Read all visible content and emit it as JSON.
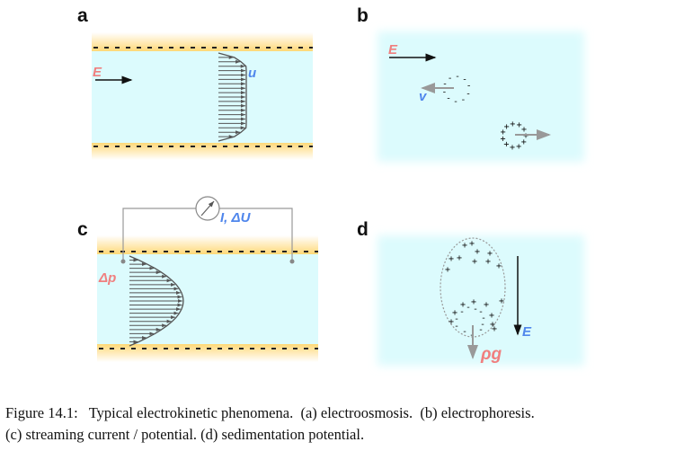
{
  "figure": {
    "panels": {
      "a": {
        "label": "a",
        "field_symbol": "E",
        "velocity_symbol": "u",
        "title": "electroosmosis"
      },
      "b": {
        "label": "b",
        "field_symbol": "E",
        "velocity_symbol": "v",
        "title": "electrophoresis"
      },
      "c": {
        "label": "c",
        "pressure_symbol": "Δp",
        "meter_symbol": "I, ΔU",
        "title": "streaming current / potential"
      },
      "d": {
        "label": "d",
        "field_symbol": "E",
        "gravity_symbol": "ρg",
        "title": "sedimentation potential"
      }
    },
    "colors": {
      "fluid": "#dcfbfd",
      "wall": "#ffd877",
      "field_label": "#f07f7f",
      "velocity_label": "#4f86ec",
      "arrow_gray": "#999999"
    },
    "caption_line1": "Figure 14.1:   Typical electrokinetic phenomena.  (a) electroosmosis.  (b) electrophoresis.",
    "caption_line2": "(c) streaming current / potential. (d) sedimentation potential."
  }
}
